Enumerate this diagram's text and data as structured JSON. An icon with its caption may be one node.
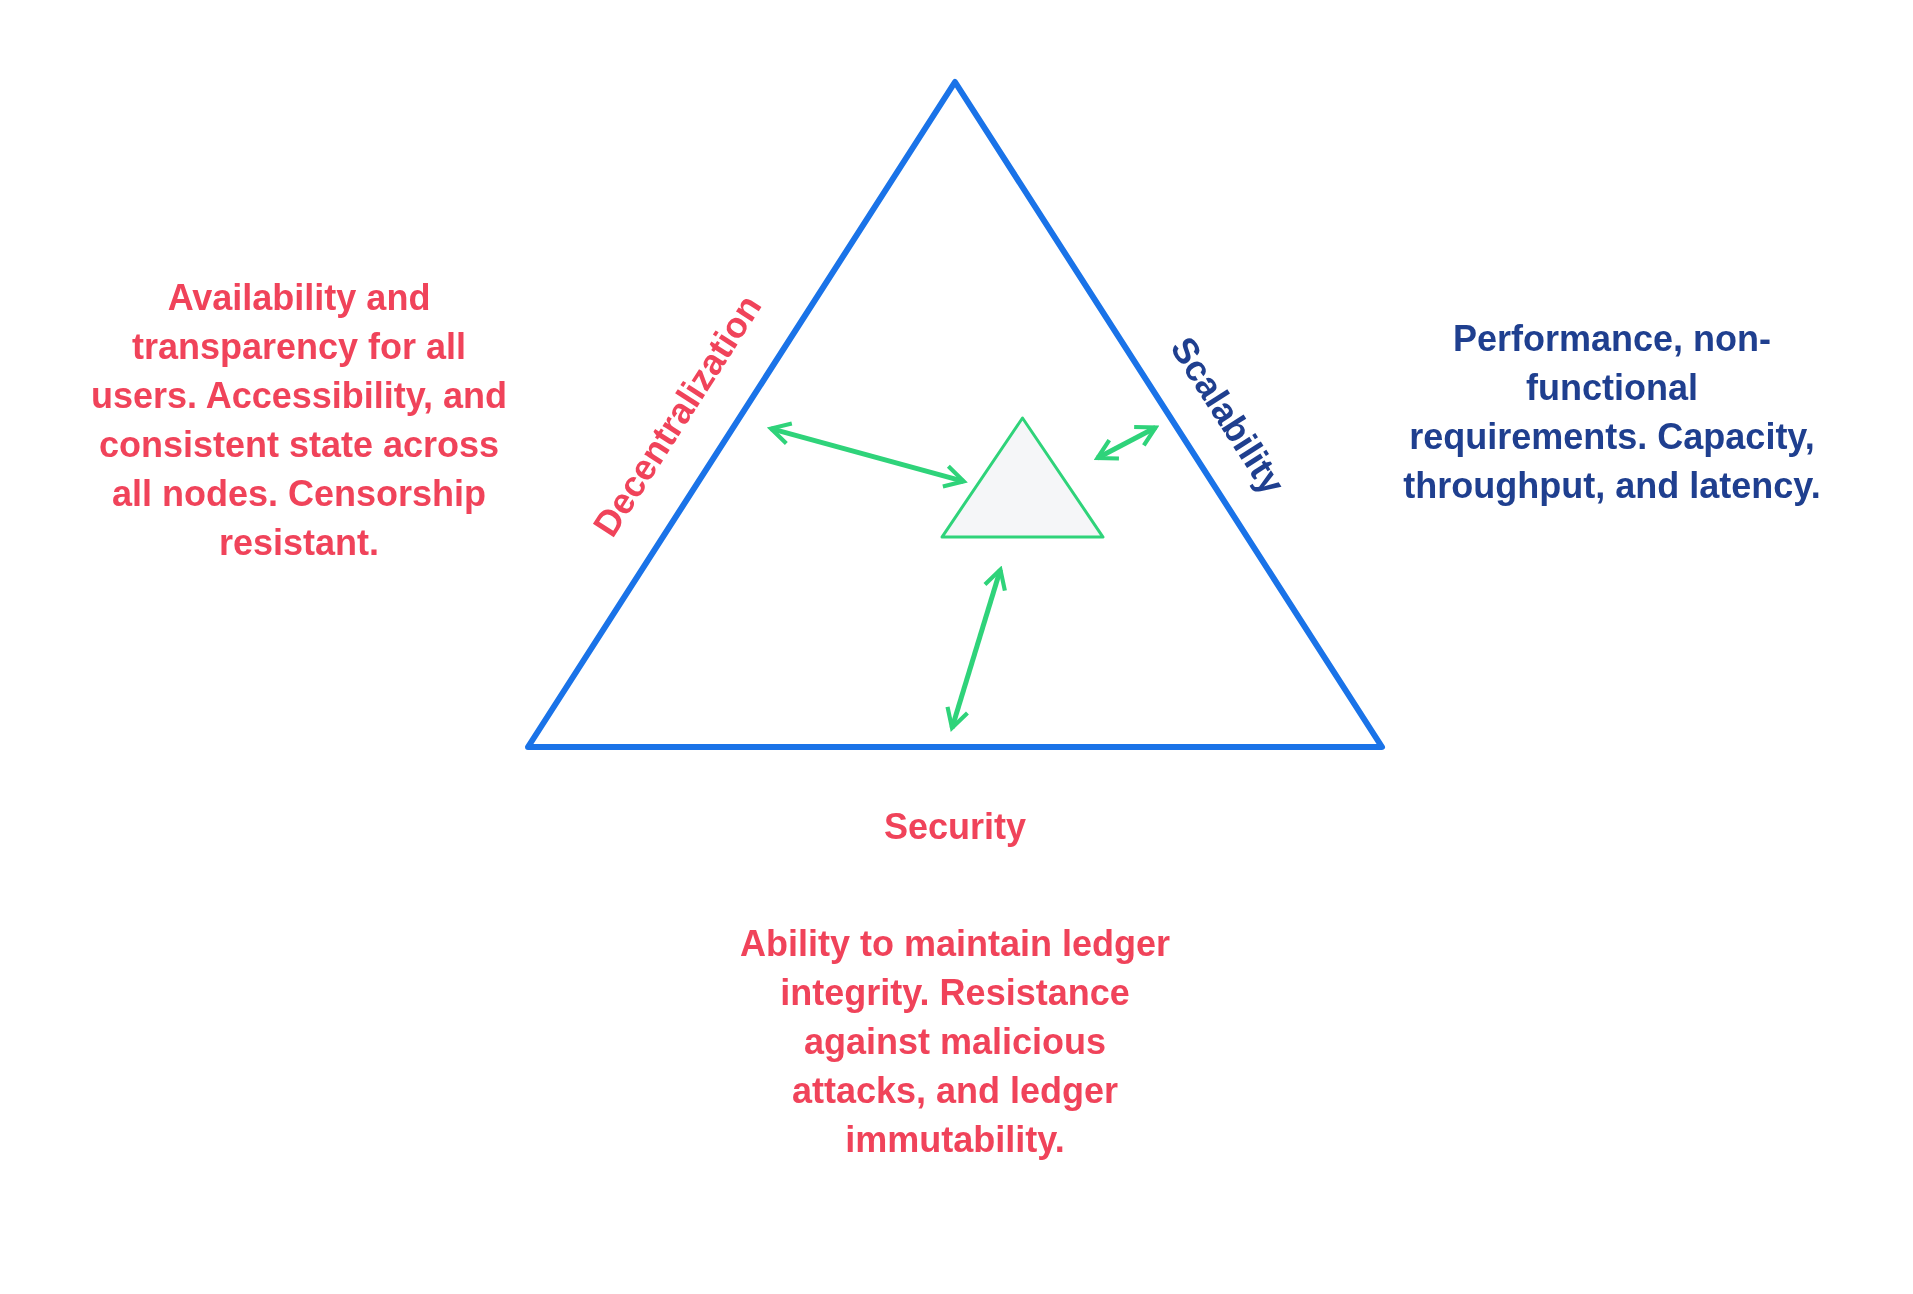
{
  "diagram": {
    "nodes": [
      {
        "text": [],
        "shape": "triangle"
      },
      {
        "text": [],
        "shape": "triangle",
        "in": 0
      }
    ],
    "edges": [
      {
        "from": 1,
        "to": 0,
        "arrow": "both"
      },
      {
        "from": 1,
        "to": 0,
        "arrow": "both"
      },
      {
        "from": 1,
        "to": 0,
        "arrow": "both"
      }
    ],
    "labels": [
      "Decentralization",
      "Availability and transparency for all users. Accessibility, and consistent state across all nodes. Censorship resistant.",
      "Scalability",
      "Performance, non-functional requirements. Capacity, throughput, and latency.",
      "Security",
      "Ability to maintain ledger integrity. Resistance against malicious attacks, and ledger immutability."
    ]
  }
}
